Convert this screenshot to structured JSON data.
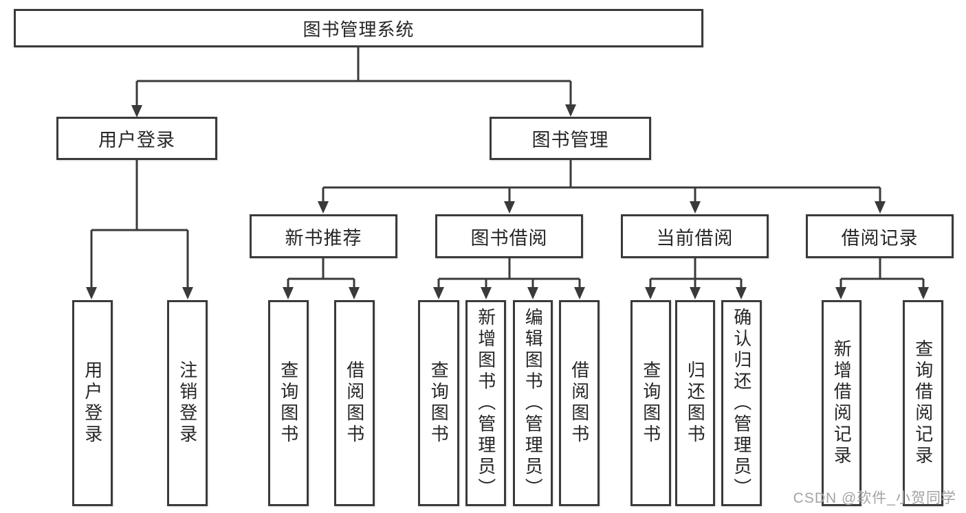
{
  "tree": {
    "root": {
      "label": "图书管理系统"
    },
    "user_login": {
      "label": "用户登录",
      "children": [
        {
          "label": "用户登录"
        },
        {
          "label": "注销登录"
        }
      ]
    },
    "book_mgmt": {
      "label": "图书管理",
      "children": [
        {
          "label": "新书推荐",
          "children": [
            {
              "label": "查询图书"
            },
            {
              "label": "借阅图书"
            }
          ]
        },
        {
          "label": "图书借阅",
          "children": [
            {
              "label": "查询图书"
            },
            {
              "label": "新增图书（管理员）"
            },
            {
              "label": "编辑图书（管理员）"
            },
            {
              "label": "借阅图书"
            }
          ]
        },
        {
          "label": "当前借阅",
          "children": [
            {
              "label": "查询图书"
            },
            {
              "label": "归还图书"
            },
            {
              "label": "确认归还（管理员）"
            }
          ]
        },
        {
          "label": "借阅记录",
          "children": [
            {
              "label": "新增借阅记录"
            },
            {
              "label": "查询借阅记录"
            }
          ]
        }
      ]
    }
  },
  "watermark": {
    "text": "CSDN @软件_小贺同学"
  },
  "colors": {
    "line": "#3a3a3a",
    "text": "#262626",
    "box_background": "#ffffff",
    "watermark": "#a3a3a3"
  }
}
